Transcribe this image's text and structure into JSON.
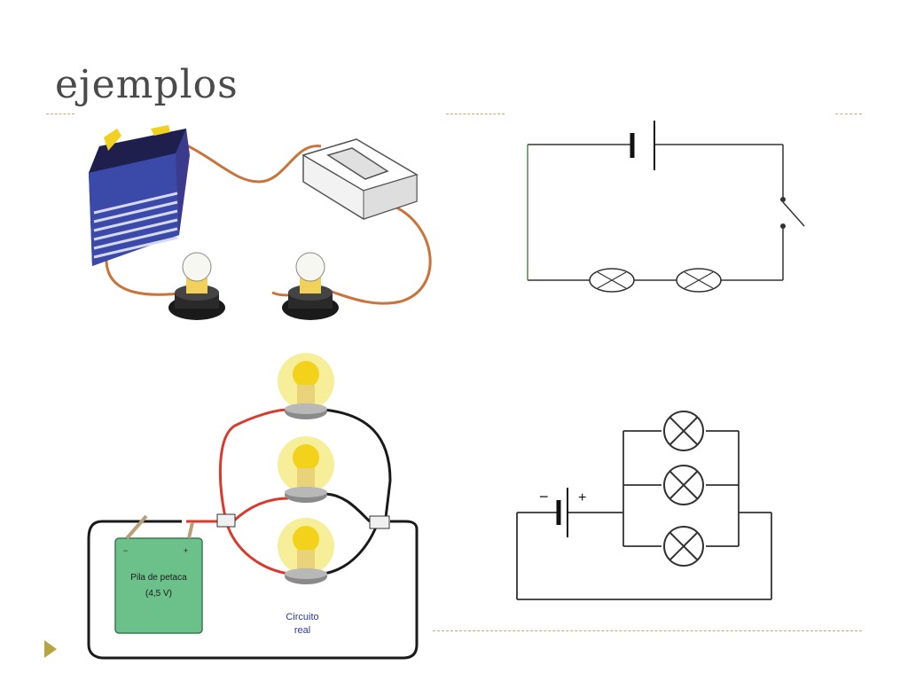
{
  "slide": {
    "title": "ejemplos"
  },
  "colors": {
    "wire_copper": "#c8743a",
    "wire_red": "#d83a2e",
    "wire_black": "#1a1a1a",
    "battery_green": "#6cc08a",
    "bulb_glow": "#f7ee9a",
    "bulb_yellow": "#f2d21a",
    "rule_gold": "#c9a86a",
    "bullet_gold": "#b5a642"
  },
  "diagram_series_real": {
    "components": [
      "battery-4-5v-flat",
      "switch",
      "bulb",
      "bulb"
    ]
  },
  "diagram_series_schematic": {
    "components": [
      "battery-cell",
      "switch-open",
      "lamp",
      "lamp"
    ]
  },
  "diagram_parallel_real": {
    "battery_label_line1": "Pila de petaca",
    "battery_label_line2": "(4,5 V)",
    "caption_line1": "Circuito",
    "caption_line2": "real",
    "minus_sign": "−",
    "plus_sign": "+"
  },
  "diagram_parallel_schematic": {
    "minus_sign": "−",
    "plus_sign": "+",
    "components": [
      "battery-cell",
      "lamp",
      "lamp",
      "lamp"
    ]
  }
}
